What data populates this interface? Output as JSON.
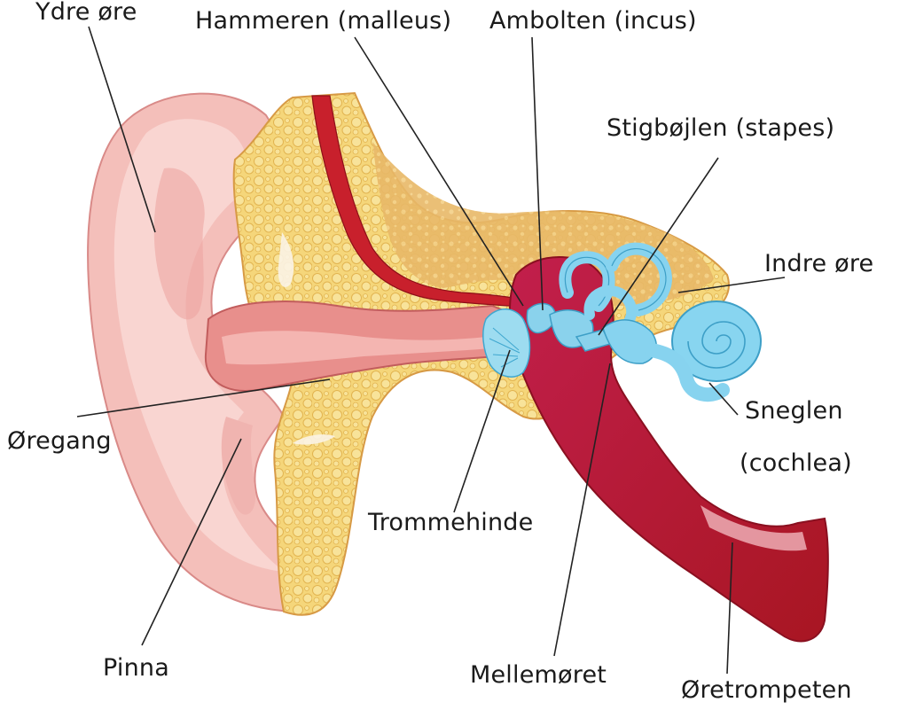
{
  "labels": {
    "ydre_ore": "Ydre øre",
    "hammeren": "Hammeren (malleus)",
    "ambolten": "Ambolten (incus)",
    "stigbojlen": "Stigbøjlen (stapes)",
    "indre_ore": "Indre øre",
    "sneglen_line1": "Sneglen",
    "sneglen_line2": "(cochlea)",
    "oregang": "Øregang",
    "trommehinde": "Trommehinde",
    "pinna": "Pinna",
    "mellemoret": "Mellemøret",
    "oretrompeten": "Øretrompeten"
  },
  "colors": {
    "skin_light": "#f7c9c4",
    "skin_mid": "#eea7a2",
    "skin_dark": "#d9797a",
    "fat_yellow": "#f6d77a",
    "bone_tan": "#e9b86a",
    "muscle_red": "#c8202c",
    "middle_ear_crimson": "#c2154a",
    "inner_ear_blue": "#8fd6ef",
    "tube_red": "#b81d2a"
  }
}
